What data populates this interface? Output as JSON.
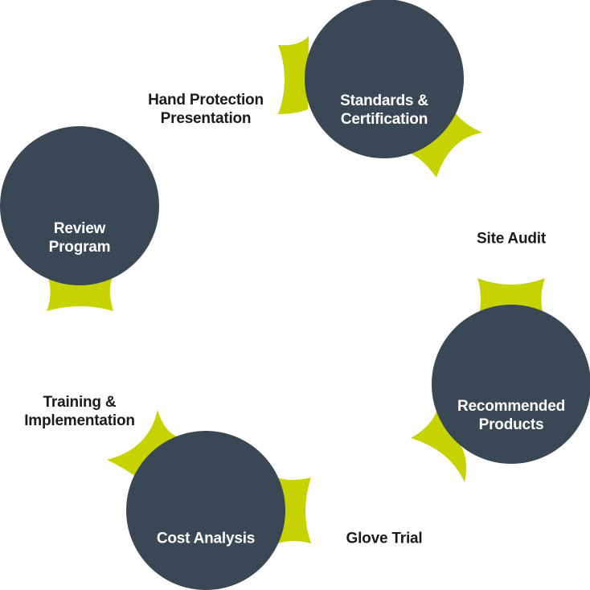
{
  "colors": {
    "circle_fill": "#3a4754",
    "accent": "#c7d300",
    "circle_text": "#ffffff",
    "step_text": "#1b1b1b",
    "background": "#ffffff"
  },
  "circles": [
    {
      "id": "standards",
      "lines": [
        "Standards &",
        "Certification"
      ]
    },
    {
      "id": "recommended",
      "lines": [
        "Recommended",
        "Products"
      ]
    },
    {
      "id": "cost",
      "lines": [
        "Cost Analysis"
      ]
    },
    {
      "id": "review",
      "lines": [
        "Review",
        "Program"
      ]
    }
  ],
  "steps": [
    {
      "id": "hand-protection",
      "lines": [
        "Hand Protection",
        "Presentation"
      ]
    },
    {
      "id": "site-audit",
      "lines": [
        "Site Audit"
      ]
    },
    {
      "id": "glove-trial",
      "lines": [
        "Glove Trial"
      ]
    },
    {
      "id": "training",
      "lines": [
        "Training &",
        "Implementation"
      ]
    }
  ]
}
